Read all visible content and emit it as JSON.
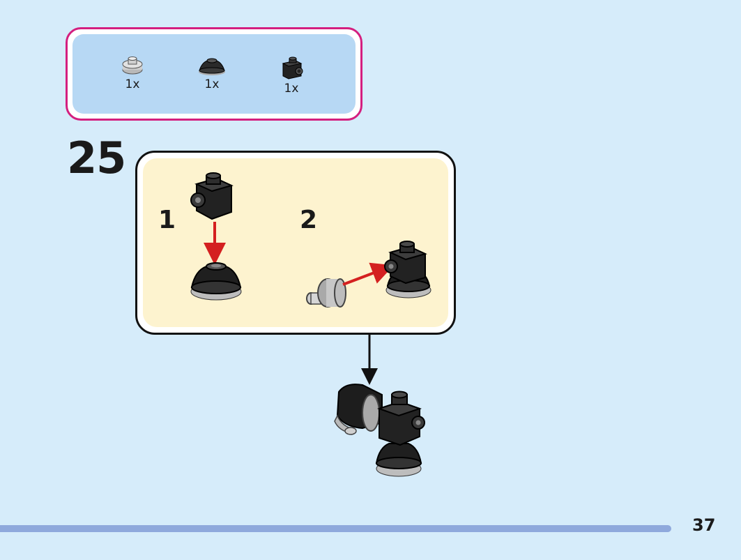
{
  "parts_list": {
    "items": [
      {
        "icon": "gray-round-adapter-icon",
        "qty": "1x"
      },
      {
        "icon": "black-cone-icon",
        "qty": "1x"
      },
      {
        "icon": "black-brick-with-stud-icon",
        "qty": "1x"
      }
    ]
  },
  "step": {
    "number": "25"
  },
  "substeps": [
    {
      "label": "1"
    },
    {
      "label": "2"
    }
  ],
  "page": {
    "number": "37"
  },
  "colors": {
    "background": "#d6ecfa",
    "parts_border": "#d41f7f",
    "parts_fill": "#b7d8f4",
    "substep_fill": "#fdf3cf",
    "arrow_red": "#d42020",
    "page_bar": "#8fa9dc"
  }
}
